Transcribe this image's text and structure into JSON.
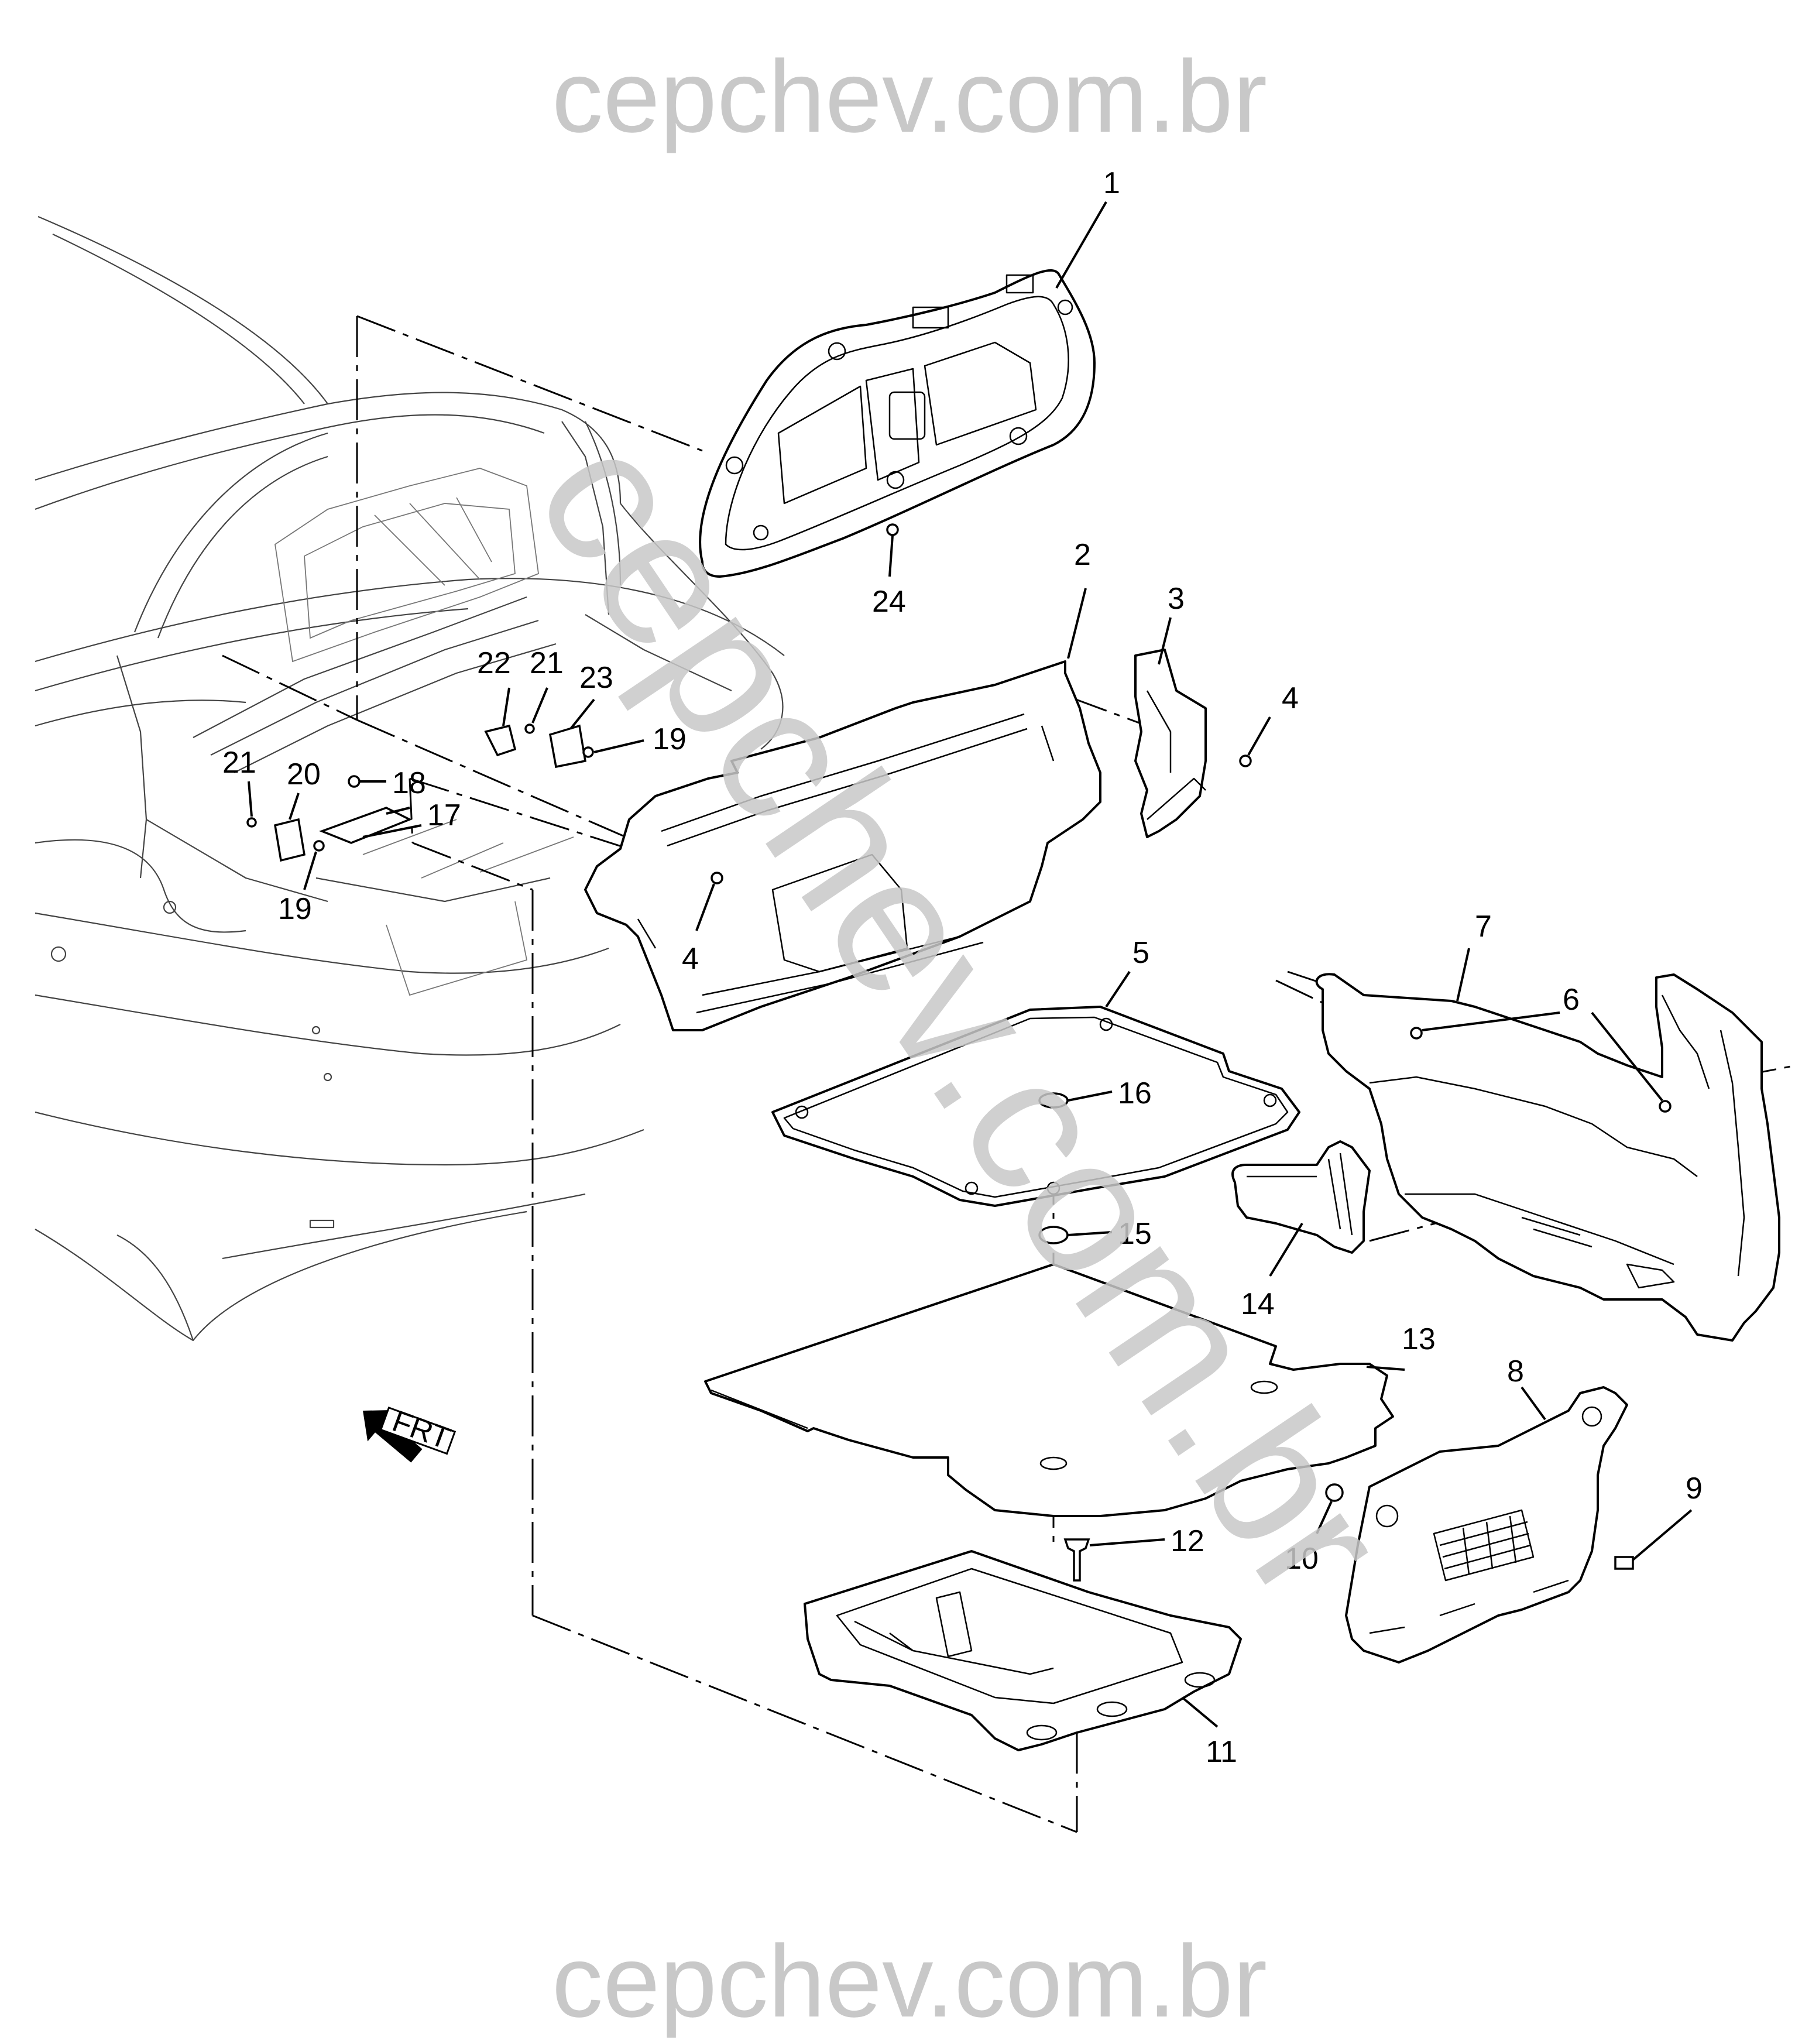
{
  "watermark": {
    "top": "cepchev.com.br",
    "bottom": "cepchev.com.br",
    "diagonal": "cepchev.com.br"
  },
  "front_indicator": "FRT",
  "callouts": {
    "c1": "1",
    "c2": "2",
    "c3": "3",
    "c4a": "4",
    "c4b": "4",
    "c5": "5",
    "c6": "6",
    "c7": "7",
    "c8": "8",
    "c9": "9",
    "c10": "10",
    "c11": "11",
    "c12": "12",
    "c13": "13",
    "c14": "14",
    "c15": "15",
    "c16": "16",
    "c17": "17",
    "c18": "18",
    "c19a": "19",
    "c19b": "19",
    "c20": "20",
    "c21a": "21",
    "c21b": "21",
    "c22": "22",
    "c23": "23",
    "c24": "24"
  },
  "colors": {
    "watermark": "#c8c8c8",
    "line": "#000000"
  }
}
